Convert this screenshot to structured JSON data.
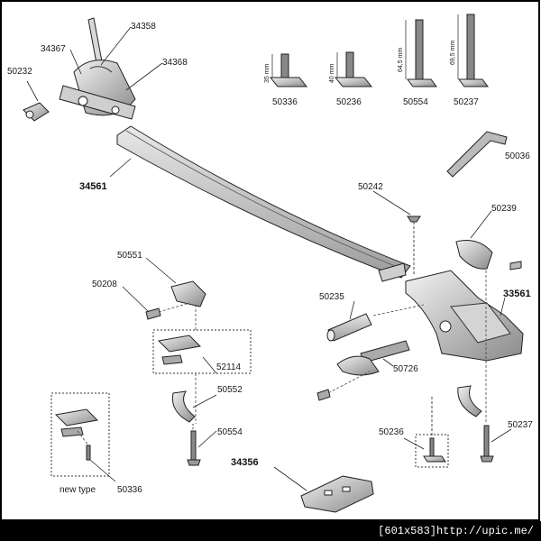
{
  "diagram": {
    "parts": {
      "p34358": "34358",
      "p34367": "34367",
      "p34368": "34368",
      "p50232": "50232",
      "p50336_top": "50336",
      "p50236_top": "50236",
      "p50554_top": "50554",
      "p50237_top": "50237",
      "p50036": "50036",
      "p34561": "34561",
      "p50242": "50242",
      "p50239": "50239",
      "p50551": "50551",
      "p50208": "50208",
      "p33561": "33561",
      "p50235": "50235",
      "p52114": "52114",
      "p50726": "50726",
      "p50552": "50552",
      "p50554": "50554",
      "p50236": "50236",
      "p50237": "50237",
      "p34356": "34356",
      "p50336": "50336"
    },
    "dimensions": {
      "d35": "35 mm",
      "d40": "40 mm",
      "d645": "64,5 mm",
      "d695": "69,5 mm"
    },
    "new_type_label": "new type"
  },
  "footer": {
    "text": "[601x583]http://upic.me/"
  }
}
